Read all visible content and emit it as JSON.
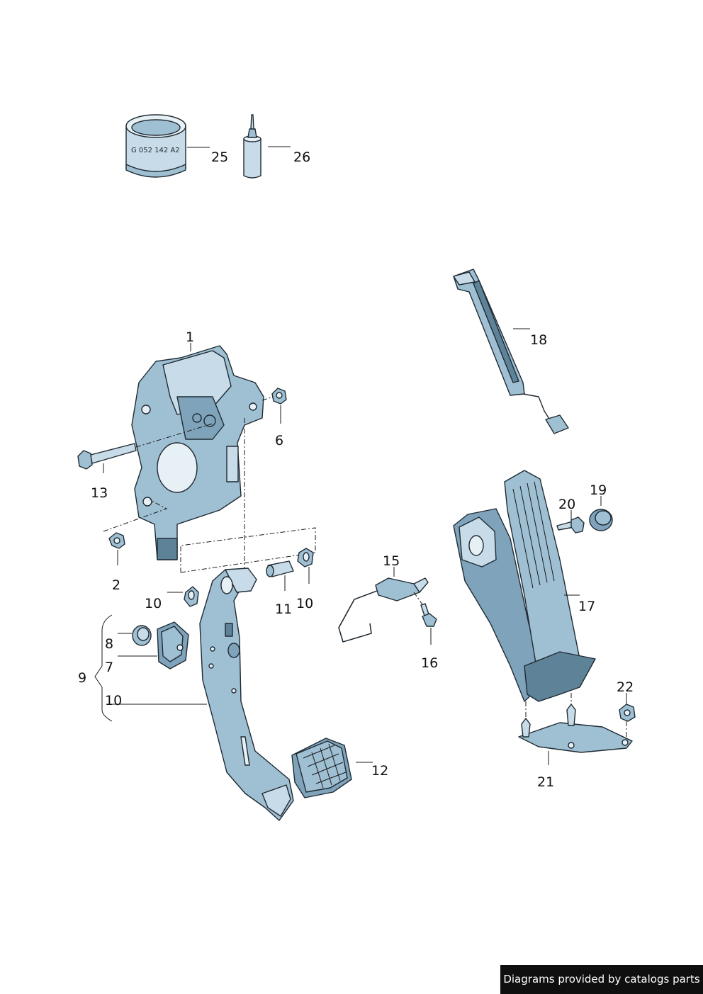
{
  "callouts": {
    "c1": "1",
    "c2": "2",
    "c6": "6",
    "c7": "7",
    "c8": "8",
    "c9": "9",
    "c10a": "10",
    "c10b": "10",
    "c10c": "10",
    "c11": "11",
    "c12": "12",
    "c13": "13",
    "c15": "15",
    "c16": "16",
    "c17": "17",
    "c18": "18",
    "c19": "19",
    "c20": "20",
    "c21": "21",
    "c22": "22",
    "c25": "25",
    "c26": "26"
  },
  "grease_can_label": "G 052 142 A2",
  "credit": "Diagrams provided by catalogs parts",
  "colors": {
    "part_light": "#c7dce8",
    "part_mid": "#9fbfd2",
    "part_dark": "#5e8398",
    "outline": "#1f2a33",
    "credit_bg": "#0f0f0f"
  }
}
